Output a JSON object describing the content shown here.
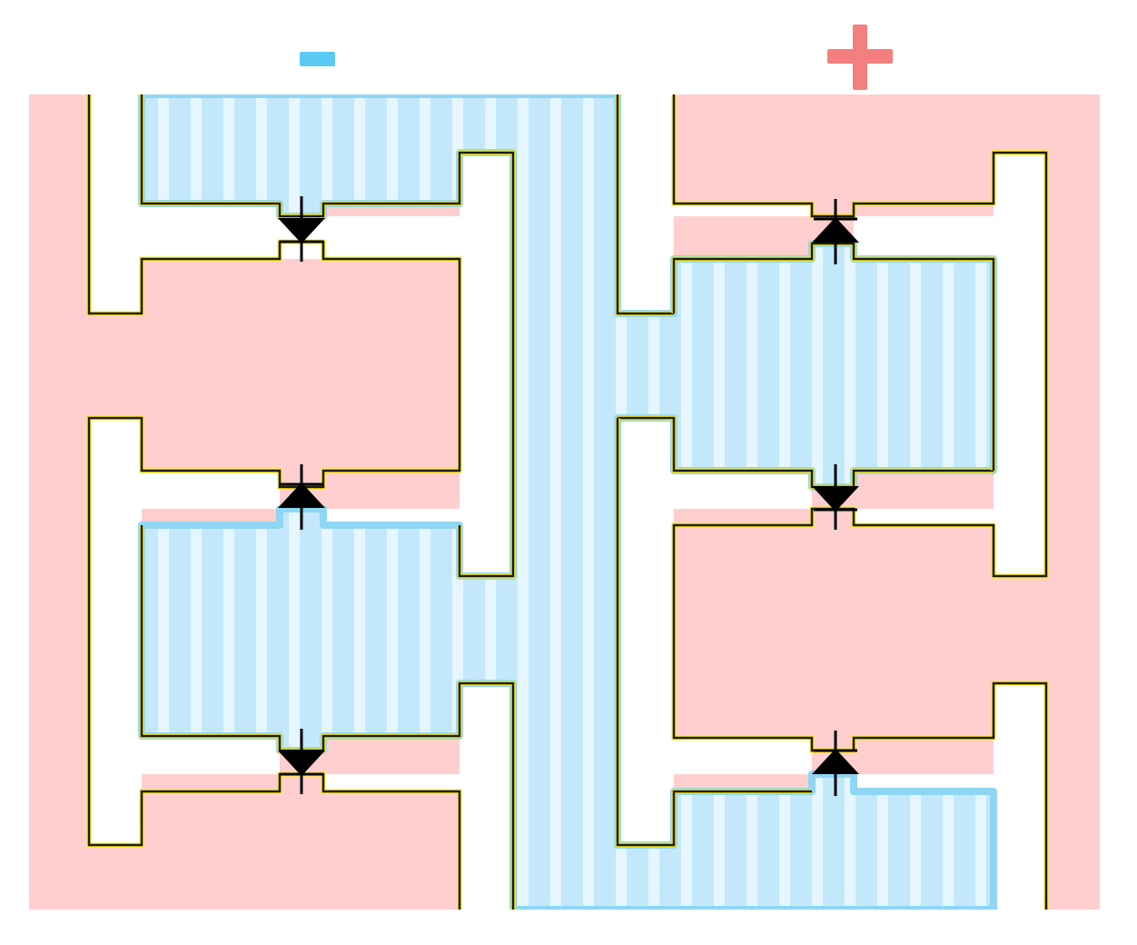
{
  "colors": {
    "background": "#ffffff",
    "positive_fill": "#ffcfcf",
    "negative_fill": "#c4e8fb",
    "negative_stripe": "#e6f6ff",
    "negative_edge": "#8fd6f5",
    "positive_sign": "#f47f7f",
    "negative_sign": "#5ccaf5",
    "outline": "#1a1a1a",
    "outline_glow": "#ffee00",
    "diode": "#000000"
  },
  "icons": {
    "negative_terminal": "minus-sign-icon",
    "positive_terminal": "plus-sign-icon",
    "diode": "diode-arrow-icon"
  },
  "diodes": [
    {
      "id": "left-top",
      "direction": "down"
    },
    {
      "id": "left-middle",
      "direction": "up"
    },
    {
      "id": "left-bottom",
      "direction": "down"
    },
    {
      "id": "right-top",
      "direction": "up"
    },
    {
      "id": "right-middle",
      "direction": "down"
    },
    {
      "id": "right-bottom",
      "direction": "up"
    }
  ]
}
